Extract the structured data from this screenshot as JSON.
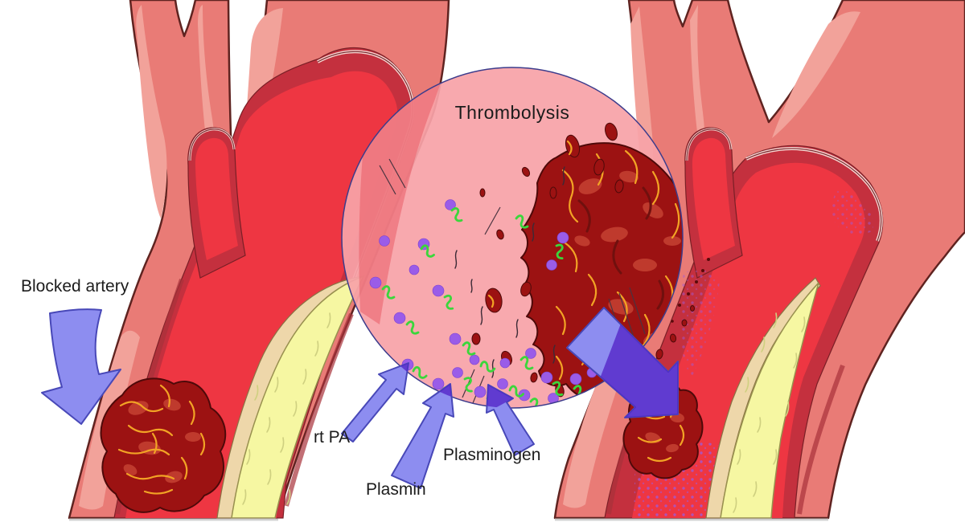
{
  "title": "Thrombolysis",
  "annotations": {
    "blocked_artery": "Blocked artery",
    "rt_pa": "rt PA",
    "plasmin": "Plasmin",
    "plasminogen": "Plasminogen"
  },
  "icons": {
    "blocked_artery_arrow": "down-arrow-icon",
    "rt_pa_arrow": "up-arrow-icon",
    "plasmin_arrow": "up-arrow-icon",
    "plasminogen_arrow": "up-arrow-icon",
    "recanalization_arrow": "down-right-arrow-icon"
  },
  "palette": {
    "background": "#ffffff",
    "artery_wall": "#e97b76",
    "artery_wall_light": "#f2a29a",
    "artery_outline": "#5f2320",
    "lumen_red": "#ee3642",
    "lumen_deep": "#c4303e",
    "wall_lining": "#f6d7d2",
    "plaque_yellow": "#f6f7a2",
    "plaque_cap": "#eed7aa",
    "plaque_hatch": "#cfd080",
    "clot_dark": "#9c1212",
    "clot_fold": "#c64232",
    "fibrin_orange": "#f2a325",
    "circle_pink": "#f7a2a8",
    "circle_stroke": "#3c3c8c",
    "arrow_blue": "#8d8df0",
    "arrow_outline": "#4848b8",
    "arrow_overlap": "#5324c6",
    "plasminogen_purple": "#9a5ce8",
    "plasmin_green": "#3bd63b",
    "speckle_purple": "#a258d2",
    "text": "#1c1c1c"
  }
}
